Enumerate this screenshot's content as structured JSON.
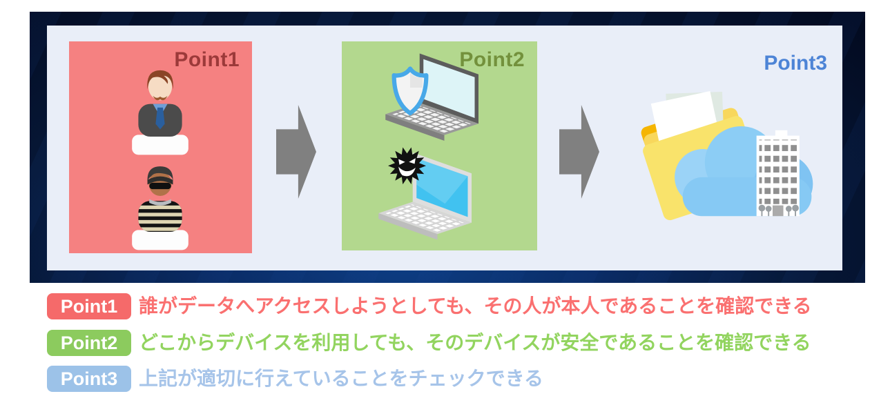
{
  "diagram": {
    "point1": {
      "title": "Point1",
      "box_color": "#f58181",
      "title_color": "#9c3a3a",
      "icons": [
        "businessman-icon",
        "thief-icon"
      ]
    },
    "point2": {
      "title": "Point2",
      "box_color": "#b3d88e",
      "title_color": "#73913c",
      "icons": [
        "laptop-shield-icon",
        "laptop-malware-icon"
      ]
    },
    "point3": {
      "title": "Point3",
      "title_color": "#4d84d6",
      "icons": [
        "folder-icon",
        "cloud-icon",
        "building-icon"
      ]
    },
    "arrow_color": "#808080",
    "panel_color": "#e9eef8",
    "frame_color": "#0a2c66"
  },
  "legend": {
    "rows": [
      {
        "badge": "Point1",
        "badge_color": "#f56a6a",
        "text_color": "#fa7070",
        "text": "誰がデータへアクセスしようとしても、その人が本人であることを確認できる"
      },
      {
        "badge": "Point2",
        "badge_color": "#8ccb5e",
        "text_color": "#92d45f",
        "text": "どこからデバイスを利用しても、そのデバイスが安全であることを確認できる"
      },
      {
        "badge": "Point3",
        "badge_color": "#9cc2e8",
        "text_color": "#a6c4e9",
        "text": "上記が適切に行えていることをチェックできる"
      }
    ]
  }
}
